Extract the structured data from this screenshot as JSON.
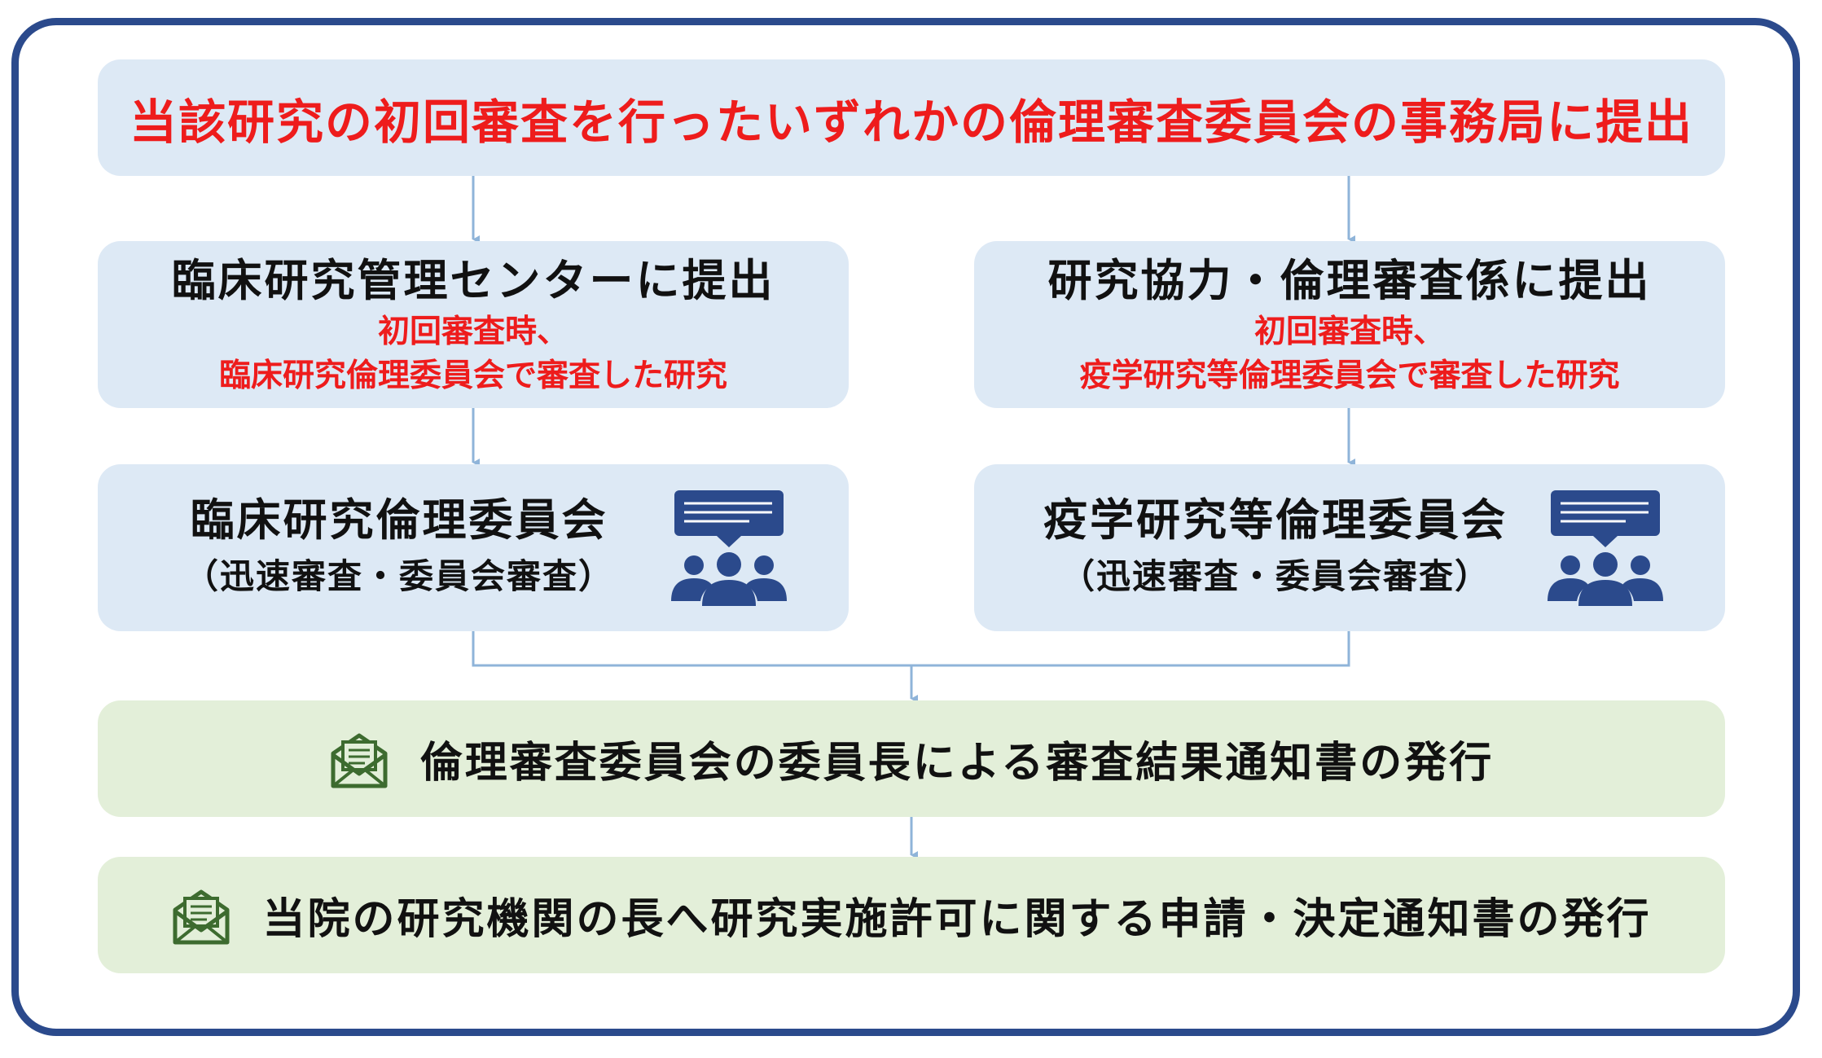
{
  "top": {
    "text": "当該研究の初回審査を行ったいずれかの倫理審査委員会の事務局に提出"
  },
  "left_branch": {
    "submit_title": "臨床研究管理センターに提出",
    "note_line1": "初回審査時、",
    "note_line2": "臨床研究倫理委員会で審査した研究",
    "committee_title": "臨床研究倫理委員会",
    "committee_sub": "（迅速審査・委員会審査）"
  },
  "right_branch": {
    "submit_title": "研究協力・倫理審査係に提出",
    "note_line1": "初回審査時、",
    "note_line2": "疫学研究等倫理委員会で審査した研究",
    "committee_title": "疫学研究等倫理委員会",
    "committee_sub": "（迅速審査・委員会審査）"
  },
  "result": {
    "text": "倫理審査委員会の委員長による審査結果通知書の発行"
  },
  "final": {
    "text": "当院の研究機関の長へ研究実施許可に関する申請・決定通知書の発行"
  },
  "icons": {
    "committee": "people-discussion-icon",
    "letter": "mail-document-icon"
  },
  "colors": {
    "frame": "#2b4a8c",
    "blue_box": "#dde9f5",
    "green_box": "#e3efd9",
    "accent_red": "#ee1c1c",
    "icon_blue": "#2b4a8c",
    "icon_green": "#3d6b2f",
    "connector": "#8fb4d9"
  }
}
